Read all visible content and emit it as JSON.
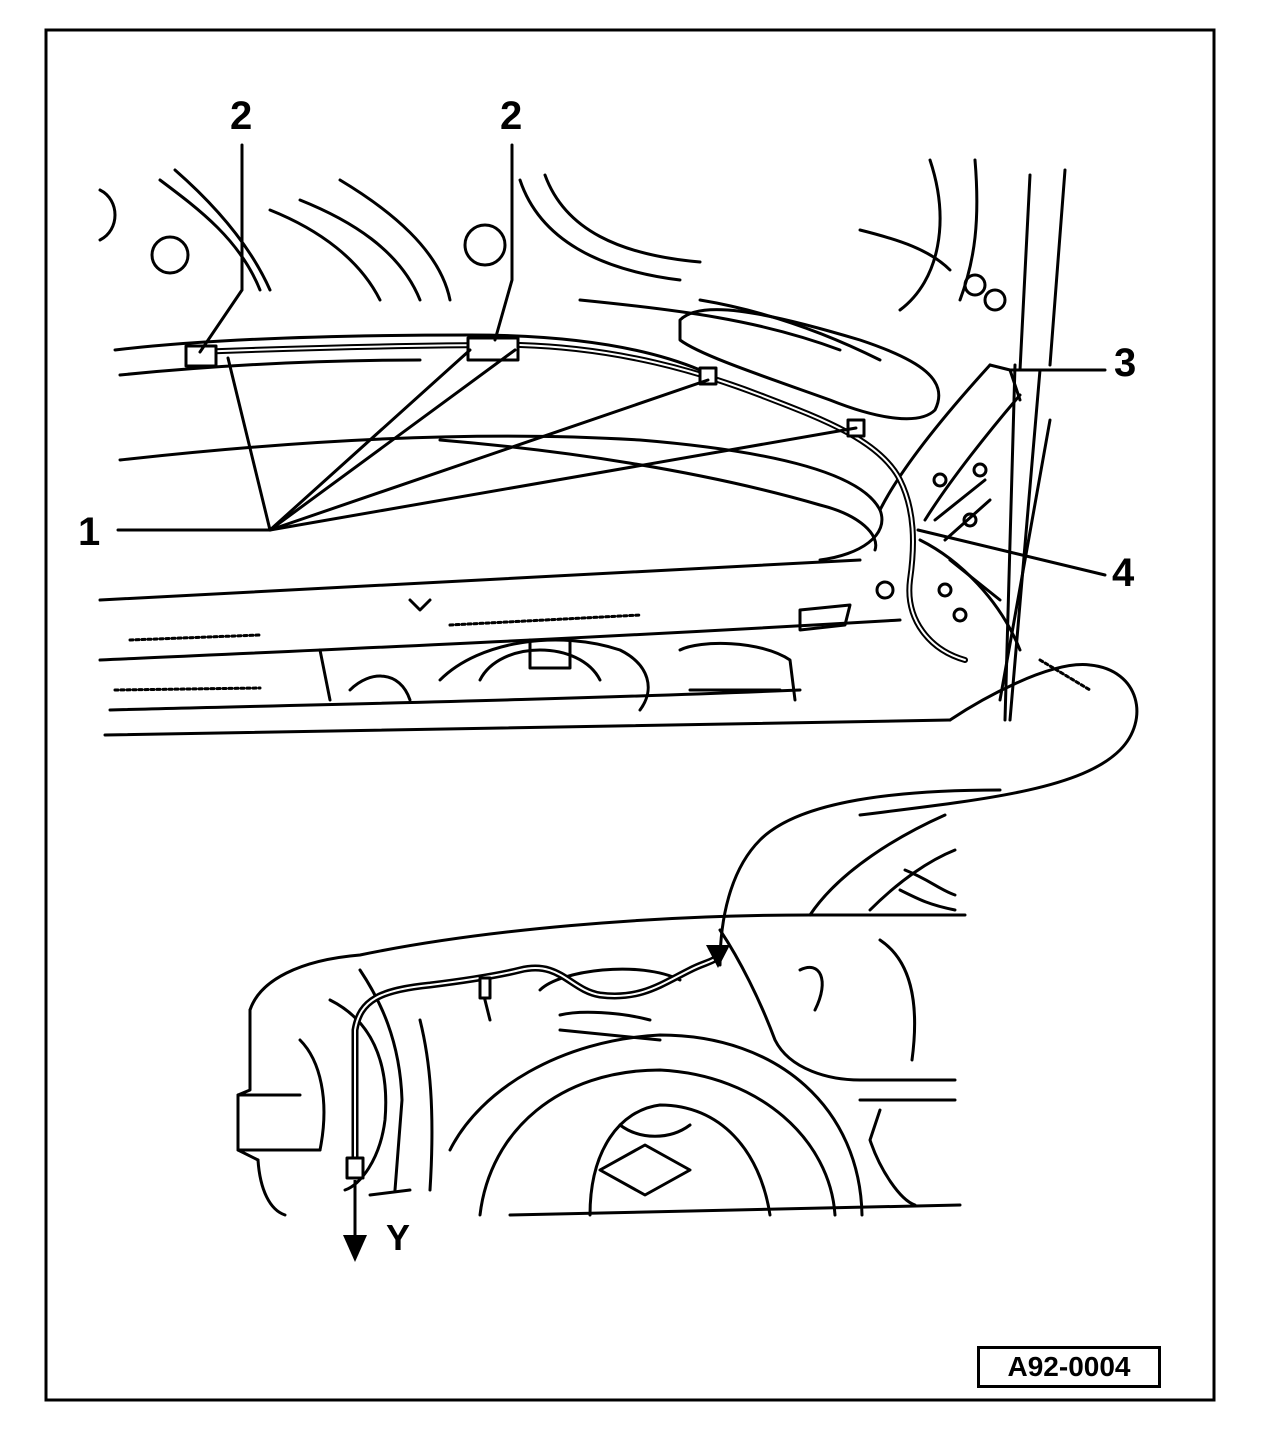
{
  "callouts": {
    "c1": "1",
    "c2_left": "2",
    "c2_right": "2",
    "c3": "3",
    "c4": "4",
    "cy": "Y"
  },
  "reference_code": "A92-0004",
  "colors": {
    "ink": "#000000",
    "paper": "#ffffff"
  },
  "icons": {
    "direction_arrow": "arrow-down-icon"
  }
}
